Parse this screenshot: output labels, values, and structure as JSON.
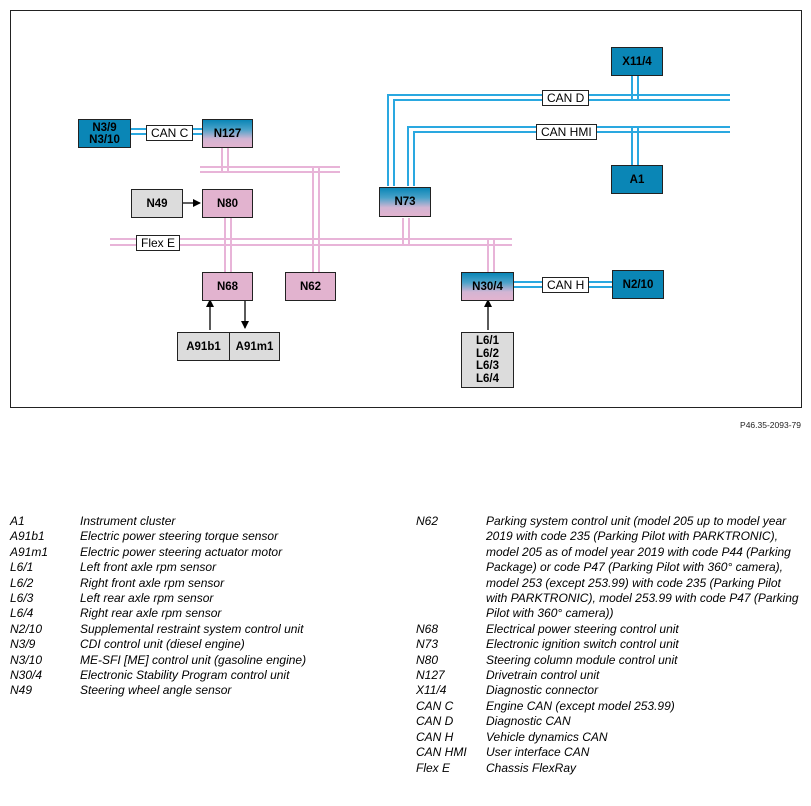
{
  "diagram": {
    "nodes": {
      "x11_4": "X11/4",
      "n3_9_n3_10": "N3/9\nN3/10",
      "n127": "N127",
      "n73": "N73",
      "a1": "A1",
      "n49": "N49",
      "n80": "N80",
      "n68": "N68",
      "n62": "N62",
      "n30_4": "N30/4",
      "n2_10": "N2/10",
      "a91b1": "A91b1",
      "a91m1": "A91m1",
      "l6_group": "L6/1\nL6/2\nL6/3\nL6/4"
    },
    "buses": {
      "can_c": "CAN C",
      "can_d": "CAN D",
      "can_hmi": "CAN HMI",
      "can_h": "CAN H",
      "flex_e": "Flex E"
    },
    "colors": {
      "blue_unit": "#0a86b6",
      "pink_unit": "#e2b3cf",
      "sensor_grey": "#dcdcdc",
      "can_line": "#2aa8e0",
      "flexray_line": "#e8b4d8"
    }
  },
  "figure_ref": "P46.35-2093-79",
  "legend": {
    "left": [
      {
        "key": "A1",
        "text": "Instrument cluster"
      },
      {
        "key": "A91b1",
        "text": "Electric power steering torque sensor"
      },
      {
        "key": "A91m1",
        "text": "Electric power steering actuator motor"
      },
      {
        "key": "L6/1",
        "text": "Left front axle rpm sensor"
      },
      {
        "key": "L6/2",
        "text": "Right front axle rpm sensor"
      },
      {
        "key": "L6/3",
        "text": "Left rear axle rpm sensor"
      },
      {
        "key": "L6/4",
        "text": "Right rear axle rpm sensor"
      },
      {
        "key": "N2/10",
        "text": "Supplemental restraint system control unit"
      },
      {
        "key": "N3/9",
        "text": "CDI control unit (diesel engine)"
      },
      {
        "key": "N3/10",
        "text": "ME-SFI [ME] control unit (gasoline engine)"
      },
      {
        "key": "N30/4",
        "text": "Electronic Stability Program control unit"
      },
      {
        "key": "N49",
        "text": "Steering wheel angle sensor"
      }
    ],
    "right": [
      {
        "key": "N62",
        "text": "Parking system control unit (model 205 up to model year 2019 with code 235 (Parking Pilot with PARKTRONIC), model 205 as of model year 2019 with code P44 (Parking Package) or code P47 (Parking Pilot with 360° camera), model 253 (except 253.99) with code 235 (Parking Pilot with PARKTRONIC), model 253.99 with code P47 (Parking Pilot with 360° camera))"
      },
      {
        "key": "N68",
        "text": "Electrical power steering control unit"
      },
      {
        "key": "N73",
        "text": "Electronic ignition switch control unit"
      },
      {
        "key": "N80",
        "text": "Steering column module control unit"
      },
      {
        "key": "N127",
        "text": "Drivetrain control unit"
      },
      {
        "key": "X11/4",
        "text": "Diagnostic connector"
      },
      {
        "key": "CAN C",
        "text": "Engine CAN (except model 253.99)"
      },
      {
        "key": "CAN D",
        "text": "Diagnostic CAN"
      },
      {
        "key": "CAN H",
        "text": "Vehicle dynamics CAN"
      },
      {
        "key": "CAN HMI",
        "text": "User interface CAN"
      },
      {
        "key": "Flex E",
        "text": "Chassis FlexRay"
      }
    ]
  }
}
